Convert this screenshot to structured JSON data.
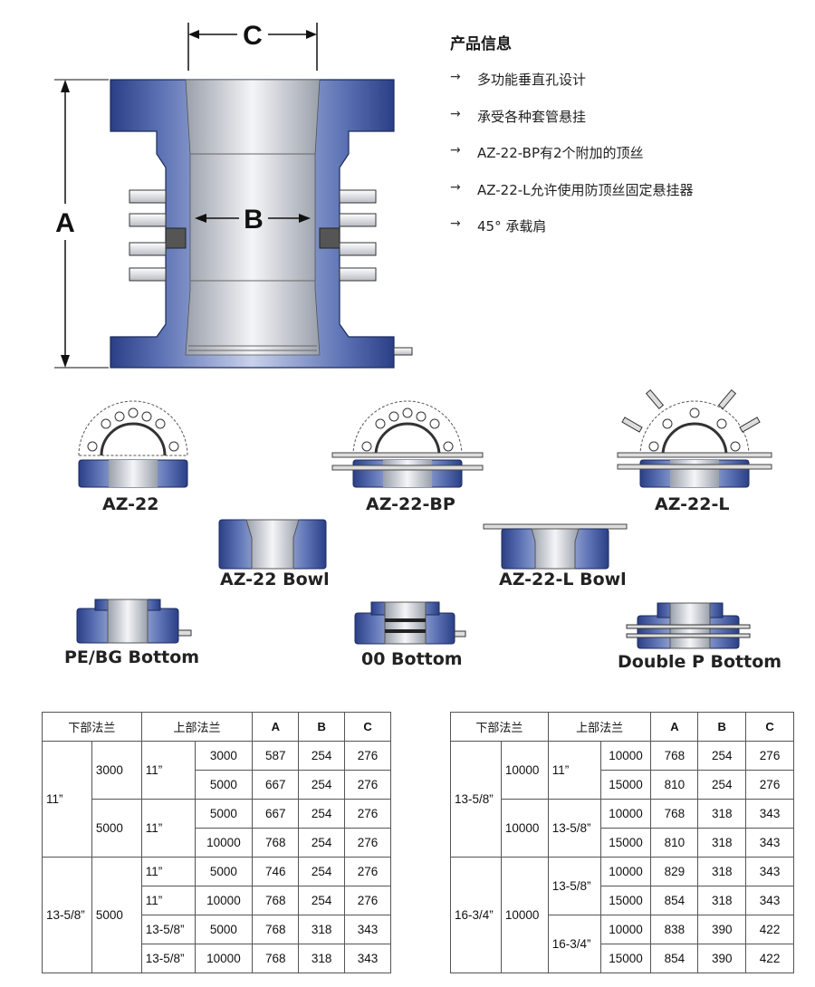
{
  "diagram": {
    "dim_a": "A",
    "dim_b": "B",
    "dim_c": "C"
  },
  "info": {
    "title": "产品信息",
    "items": [
      "多功能垂直孔设计",
      "承受各种套管悬挂",
      "AZ-22-BP有2个附加的顶丝",
      "AZ-22-L允许使用防顶丝固定悬挂器",
      "45° 承载肩"
    ]
  },
  "variants": {
    "az22": "AZ-22",
    "az22bp": "AZ-22-BP",
    "az22l": "AZ-22-L",
    "az22bowl": "AZ-22  Bowl",
    "az22lbowl": "AZ-22-L Bowl",
    "pebg": "PE/BG Bottom",
    "oo": "00 Bottom",
    "doublep": "Double P Bottom"
  },
  "table_left": {
    "headers": [
      "下部法兰",
      "上部法兰",
      "A",
      "B",
      "C"
    ],
    "groups": [
      {
        "lower_size": "11”",
        "blocks": [
          {
            "lower_pressure": "3000",
            "upper_size": "11”",
            "rows": [
              {
                "upper_pressure": "3000",
                "a": "587",
                "b": "254",
                "c": "276"
              },
              {
                "upper_pressure": "5000",
                "a": "667",
                "b": "254",
                "c": "276"
              }
            ]
          },
          {
            "lower_pressure": "5000",
            "upper_size": "11”",
            "rows": [
              {
                "upper_pressure": "5000",
                "a": "667",
                "b": "254",
                "c": "276"
              },
              {
                "upper_pressure": "10000",
                "a": "768",
                "b": "254",
                "c": "276"
              }
            ]
          }
        ]
      },
      {
        "lower_size": "13-5/8”",
        "lower_pressure": "5000",
        "rows": [
          {
            "upper_size": "11”",
            "upper_pressure": "5000",
            "a": "746",
            "b": "254",
            "c": "276"
          },
          {
            "upper_size": "11”",
            "upper_pressure": "10000",
            "a": "768",
            "b": "254",
            "c": "276"
          },
          {
            "upper_size": "13-5/8”",
            "upper_pressure": "5000",
            "a": "768",
            "b": "318",
            "c": "343"
          },
          {
            "upper_size": "13-5/8”",
            "upper_pressure": "10000",
            "a": "768",
            "b": "318",
            "c": "343"
          }
        ]
      }
    ]
  },
  "table_right": {
    "headers": [
      "下部法兰",
      "上部法兰",
      "A",
      "B",
      "C"
    ],
    "groups": [
      {
        "lower_size": "13-5/8”",
        "blocks": [
          {
            "lower_pressure": "10000",
            "upper_size": "11”",
            "rows": [
              {
                "upper_pressure": "10000",
                "a": "768",
                "b": "254",
                "c": "276"
              },
              {
                "upper_pressure": "15000",
                "a": "810",
                "b": "254",
                "c": "276"
              }
            ]
          },
          {
            "lower_pressure": "10000",
            "upper_size": "13-5/8”",
            "rows": [
              {
                "upper_pressure": "10000",
                "a": "768",
                "b": "318",
                "c": "343"
              },
              {
                "upper_pressure": "15000",
                "a": "810",
                "b": "318",
                "c": "343"
              }
            ]
          }
        ]
      },
      {
        "lower_size": "16-3/4”",
        "lower_pressure": "10000",
        "blocks": [
          {
            "upper_size": "13-5/8”",
            "rows": [
              {
                "upper_pressure": "10000",
                "a": "829",
                "b": "318",
                "c": "343"
              },
              {
                "upper_pressure": "15000",
                "a": "854",
                "b": "318",
                "c": "343"
              }
            ]
          },
          {
            "upper_size": "16-3/4”",
            "rows": [
              {
                "upper_pressure": "10000",
                "a": "838",
                "b": "390",
                "c": "422"
              },
              {
                "upper_pressure": "15000",
                "a": "854",
                "b": "390",
                "c": "422"
              }
            ]
          }
        ]
      }
    ]
  }
}
